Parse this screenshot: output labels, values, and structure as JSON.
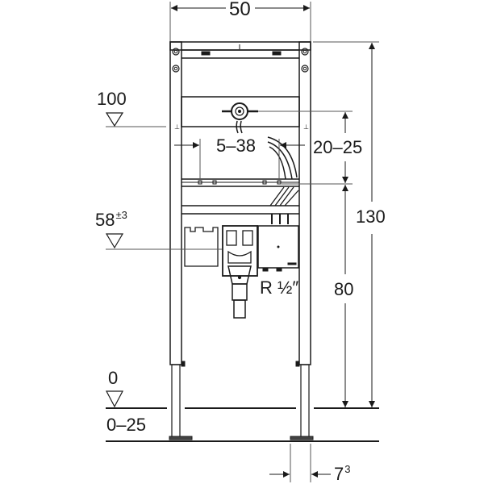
{
  "drawing": {
    "type": "technical-dimension-drawing",
    "subject": "installation frame with siphon and trap",
    "unit_note": "",
    "dimensions": {
      "width": "50",
      "total_height": "130",
      "upper_range": "20–25",
      "lower_height": "80",
      "horizontal_offset": "5–38",
      "foot_depth_base": "7",
      "foot_depth_exp": "3"
    },
    "levels": {
      "top_level": "100",
      "middle_level_base": "58",
      "middle_level_tol": "±3",
      "floor_level": "0",
      "floor_range": "0–25"
    },
    "connection_label": "R ½″"
  },
  "colors": {
    "ink": "#1a1a1a",
    "dim_line": "#555555",
    "background": "#ffffff"
  }
}
